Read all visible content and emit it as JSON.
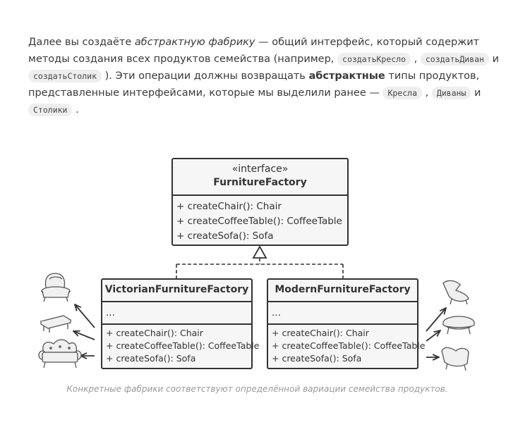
{
  "paragraph": {
    "t1": "Далее вы создаёте ",
    "em1": "абстрактную фабрику",
    "t2": " — общий интерфейс, который содержит методы создания всех продуктов семейства (например, ",
    "code1": "создатьКресло",
    "t3": " , ",
    "code2": "создатьДиван",
    "t4": "  и ",
    "code3": "создатьСтолик",
    "t5": " ). Эти операции должны возвращать ",
    "b1": "абстрактные",
    "t6": " типы продуктов, представленные интерфейсами, которые мы выделили ранее — ",
    "code4": "Кресла",
    "t7": " , ",
    "code5": "Диваны",
    "t8": "  и ",
    "code6": "Столики",
    "t9": " ."
  },
  "diagram": {
    "interface": {
      "stereotype": "«interface»",
      "name": "FurnitureFactory",
      "methods": [
        "+ createChair(): Chair",
        "+ createCoffeeTable(): CoffeeTable",
        "+ createSofa(): Sofa"
      ]
    },
    "victorian": {
      "name": "VictorianFurnitureFactory",
      "fields": "...",
      "methods": [
        "+ createChair(): Chair",
        "+ createCoffeeTable(): CoffeeTable",
        "+ createSofa(): Sofa"
      ]
    },
    "modern": {
      "name": "ModernFurnitureFactory",
      "fields": "...",
      "methods": [
        "+ createChair(): Chair",
        "+ createCoffeeTable(): CoffeeTable",
        "+ createSofa(): Sofa"
      ]
    },
    "icons": {
      "left": [
        "victorian-chair-icon",
        "victorian-table-icon",
        "victorian-sofa-icon"
      ],
      "right": [
        "modern-chair-icon",
        "modern-table-icon",
        "modern-sofa-icon"
      ]
    }
  },
  "caption": "Конкретные фабрики соответствуют определённой вариации семейства продуктов."
}
